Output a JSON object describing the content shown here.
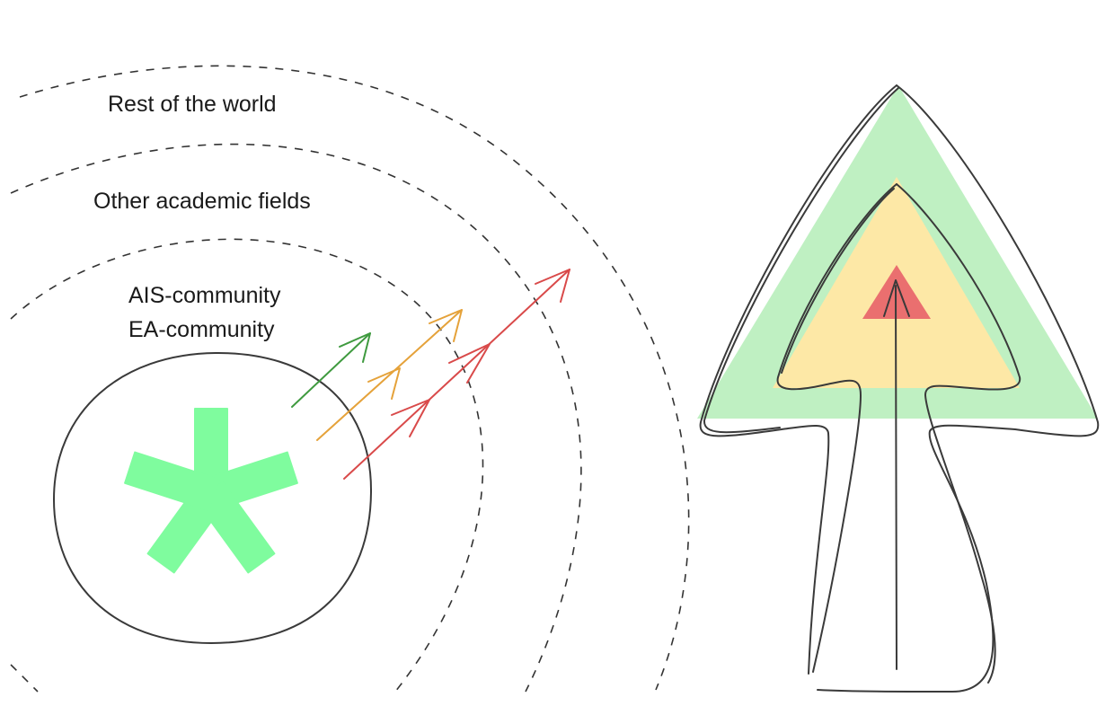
{
  "labels": {
    "rest_of_world": "Rest of the world",
    "other_fields": "Other academic fields",
    "ais_community": "AIS-community",
    "ea_community": "EA-community"
  },
  "colors": {
    "asterisk": "#7ffc9e",
    "arrow_green": "#3f9a3f",
    "arrow_orange": "#e5a23a",
    "arrow_red": "#d94a4a",
    "tri_outer": "#bff0c2",
    "tri_middle": "#fde8a6",
    "tri_inner": "#ea6f6f",
    "outline": "#3a3a3a"
  },
  "icons": {
    "center": "asterisk-icon",
    "right": "upward-arrow-icon"
  }
}
